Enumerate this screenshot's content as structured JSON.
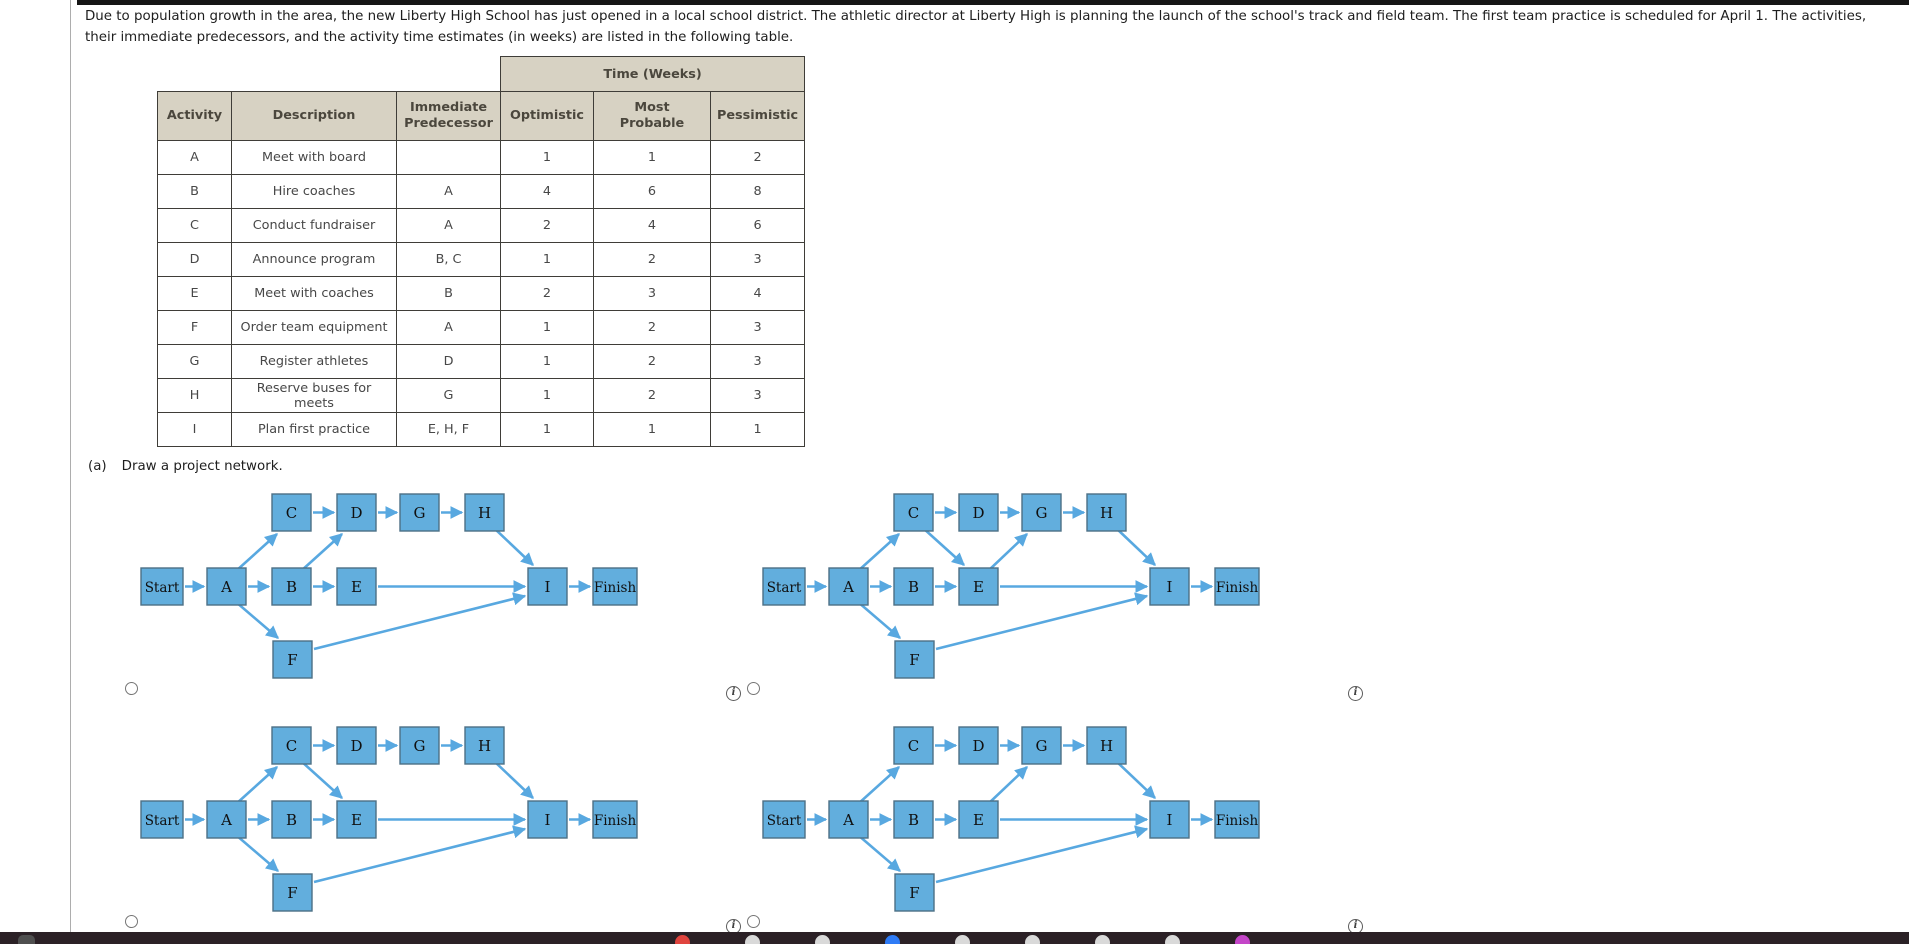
{
  "problem": {
    "text": "Due to population growth in the area, the new Liberty High School has just opened in a local school district. The athletic director at Liberty High is planning the launch of the school's track and field team. The first team practice is scheduled for April 1. The activities, their immediate predecessors, and the activity time estimates (in weeks) are listed in the following table."
  },
  "table": {
    "span_header": "Time (Weeks)",
    "columns": [
      "Activity",
      "Description",
      "Immediate Predecessor",
      "Optimistic",
      "Most Probable",
      "Pessimistic"
    ],
    "rows": [
      [
        "A",
        "Meet with board",
        "",
        "1",
        "1",
        "2"
      ],
      [
        "B",
        "Hire coaches",
        "A",
        "4",
        "6",
        "8"
      ],
      [
        "C",
        "Conduct fundraiser",
        "A",
        "2",
        "4",
        "6"
      ],
      [
        "D",
        "Announce program",
        "B, C",
        "1",
        "2",
        "3"
      ],
      [
        "E",
        "Meet with coaches",
        "B",
        "2",
        "3",
        "4"
      ],
      [
        "F",
        "Order team equipment",
        "A",
        "1",
        "2",
        "3"
      ],
      [
        "G",
        "Register athletes",
        "D",
        "1",
        "2",
        "3"
      ],
      [
        "H",
        "Reserve buses for meets",
        "G",
        "1",
        "2",
        "3"
      ],
      [
        "I",
        "Plan first practice",
        "E, H, F",
        "1",
        "1",
        "1"
      ]
    ]
  },
  "part_a": {
    "label": "(a)",
    "text": "Draw a project network."
  },
  "network": {
    "nodes": [
      "Start",
      "A",
      "B",
      "C",
      "D",
      "E",
      "F",
      "G",
      "H",
      "I",
      "Finish"
    ],
    "options": [
      {
        "id": 1,
        "selected": false,
        "edges": [
          [
            "Start",
            "A"
          ],
          [
            "A",
            "C"
          ],
          [
            "A",
            "B"
          ],
          [
            "A",
            "F"
          ],
          [
            "C",
            "D"
          ],
          [
            "B",
            "D"
          ],
          [
            "B",
            "E"
          ],
          [
            "D",
            "G"
          ],
          [
            "G",
            "H"
          ],
          [
            "H",
            "I"
          ],
          [
            "E",
            "I"
          ],
          [
            "F",
            "I"
          ],
          [
            "I",
            "Finish"
          ]
        ]
      },
      {
        "id": 2,
        "selected": false,
        "edges": [
          [
            "Start",
            "A"
          ],
          [
            "A",
            "C"
          ],
          [
            "A",
            "B"
          ],
          [
            "A",
            "F"
          ],
          [
            "C",
            "D"
          ],
          [
            "C",
            "E"
          ],
          [
            "B",
            "E"
          ],
          [
            "D",
            "G"
          ],
          [
            "E",
            "G"
          ],
          [
            "G",
            "H"
          ],
          [
            "H",
            "I"
          ],
          [
            "E",
            "I"
          ],
          [
            "F",
            "I"
          ],
          [
            "I",
            "Finish"
          ]
        ]
      },
      {
        "id": 3,
        "selected": false,
        "edges": [
          [
            "Start",
            "A"
          ],
          [
            "A",
            "C"
          ],
          [
            "A",
            "B"
          ],
          [
            "A",
            "F"
          ],
          [
            "C",
            "D"
          ],
          [
            "C",
            "E"
          ],
          [
            "B",
            "E"
          ],
          [
            "D",
            "G"
          ],
          [
            "G",
            "H"
          ],
          [
            "H",
            "I"
          ],
          [
            "E",
            "I"
          ],
          [
            "F",
            "I"
          ],
          [
            "I",
            "Finish"
          ]
        ]
      },
      {
        "id": 4,
        "selected": false,
        "edges": [
          [
            "Start",
            "A"
          ],
          [
            "A",
            "C"
          ],
          [
            "A",
            "B"
          ],
          [
            "A",
            "F"
          ],
          [
            "C",
            "D"
          ],
          [
            "B",
            "E"
          ],
          [
            "D",
            "G"
          ],
          [
            "E",
            "G"
          ],
          [
            "G",
            "H"
          ],
          [
            "H",
            "I"
          ],
          [
            "E",
            "I"
          ],
          [
            "F",
            "I"
          ],
          [
            "I",
            "Finish"
          ]
        ]
      }
    ]
  },
  "icons": {
    "info_glyph": "i"
  },
  "colors": {
    "node_fill": "#62aedd",
    "node_border": "#4d7085",
    "arrow": "#58a8e0",
    "table_header_bg": "#d7d2c3",
    "dock_bg": "#2b2126"
  },
  "dock": {
    "left_icon_color": "#4f4f4f",
    "dot_colors": [
      "#e0443e",
      "#d9d9d9",
      "#d9d9d9",
      "#2e7bf6",
      "#d9d9d9",
      "#d9d9d9",
      "#d9d9d9",
      "#d9d9d9",
      "#c445c8"
    ]
  }
}
